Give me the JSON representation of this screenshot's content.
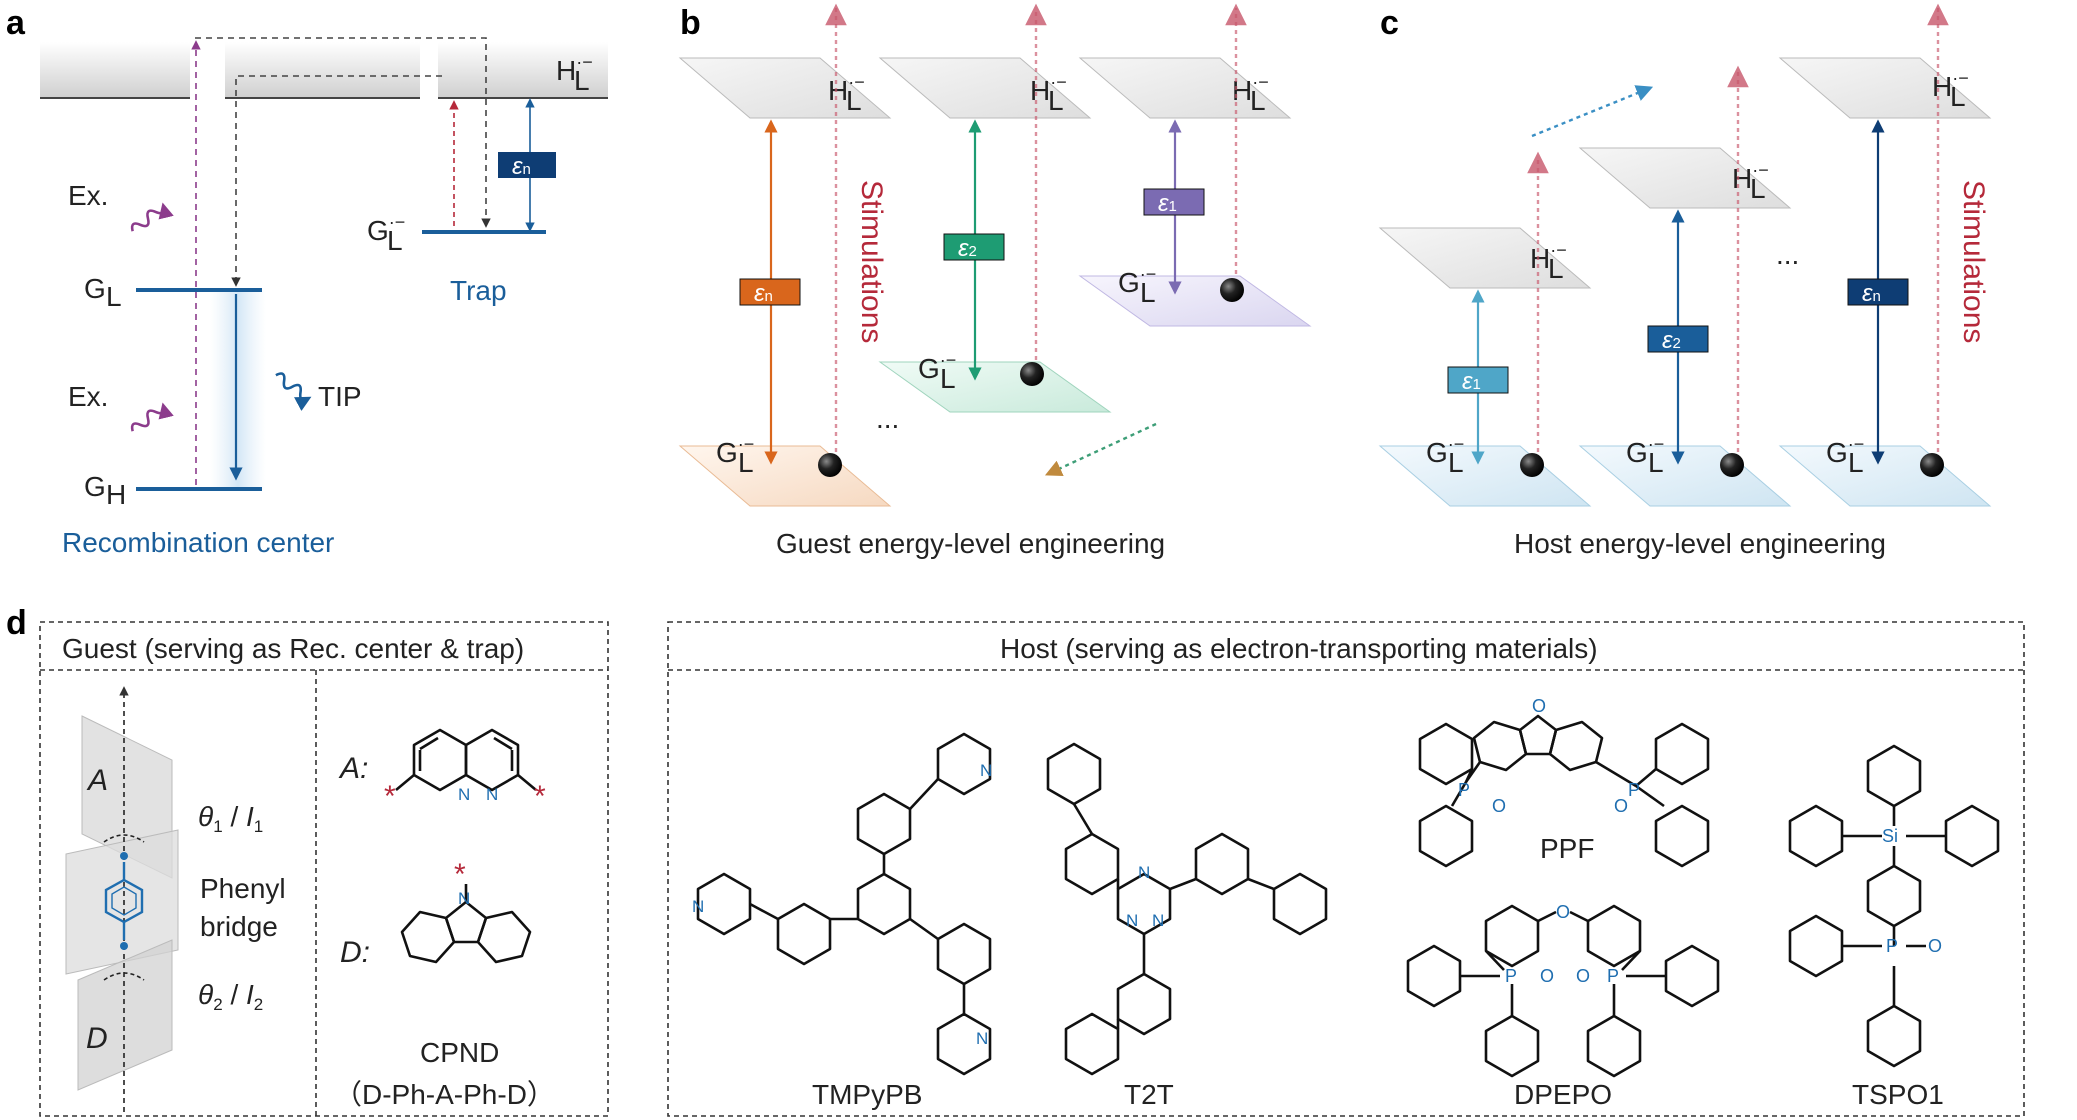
{
  "panels": {
    "a": "a",
    "b": "b",
    "c": "c",
    "d": "d"
  },
  "panel_a": {
    "host_level": "H",
    "guest_trap_level": "G",
    "guest_lumo": "G",
    "guest_homo": "G",
    "sub_L": "L",
    "sub_H": "H",
    "sup": "·−",
    "epsilon_n": "ε",
    "sub_n": "n",
    "excitation_top": "Ex.",
    "excitation_bottom": "Ex.",
    "tip": "TIP",
    "trap": "Trap",
    "recombination_center": "Recombination center"
  },
  "panel_b": {
    "epsilon_n": "ε",
    "sub_n": "n",
    "epsilon_2": "ε",
    "sub_2": "2",
    "epsilon_1": "ε",
    "sub_1": "1",
    "H": "H",
    "G": "G",
    "sub_L": "L",
    "sup": "·−",
    "ellipsis": "...",
    "stimulations": "Stimulations",
    "caption": "Guest energy-level engineering"
  },
  "panel_c": {
    "epsilon_1": "ε",
    "sub_1": "1",
    "epsilon_2": "ε",
    "sub_2": "2",
    "epsilon_n": "ε",
    "sub_n": "n",
    "H": "H",
    "G": "G",
    "sub_L": "L",
    "sup": "·−",
    "ellipsis": "...",
    "stimulations": "Stimulations",
    "caption": "Host energy-level engineering"
  },
  "panel_d": {
    "guest_header": "Guest (serving as Rec. center & trap)",
    "host_header": "Host (serving as electron-transporting materials)",
    "plane_A": "A",
    "plane_D": "D",
    "theta1": "θ",
    "theta1_sub": "1",
    "slash1": " / ",
    "I1": "I",
    "I1_sub": "1",
    "theta2": "θ",
    "theta2_sub": "2",
    "slash2": " / ",
    "I2": "I",
    "I2_sub": "2",
    "phenyl": "Phenyl",
    "bridge": "bridge",
    "acceptor_label": "A:",
    "donor_label": "D:",
    "star": "*",
    "N": "N",
    "P": "P",
    "O": "O",
    "Si": "Si",
    "cpnd": "CPND",
    "cpnd_formula": "（D-Ph-A-Ph-D）",
    "molecules": [
      "TMPyPB",
      "T2T",
      "PPF",
      "DPEPO",
      "TSPO1"
    ]
  },
  "colors": {
    "orange": "#d9661c",
    "green": "#1e9c73",
    "purple": "#7b6bb2",
    "lightblue": "#4fa6c8",
    "blue": "#1a5e9a",
    "navy": "#0e3d74",
    "red": "#b5293a",
    "violet": "#8c3c8c"
  }
}
